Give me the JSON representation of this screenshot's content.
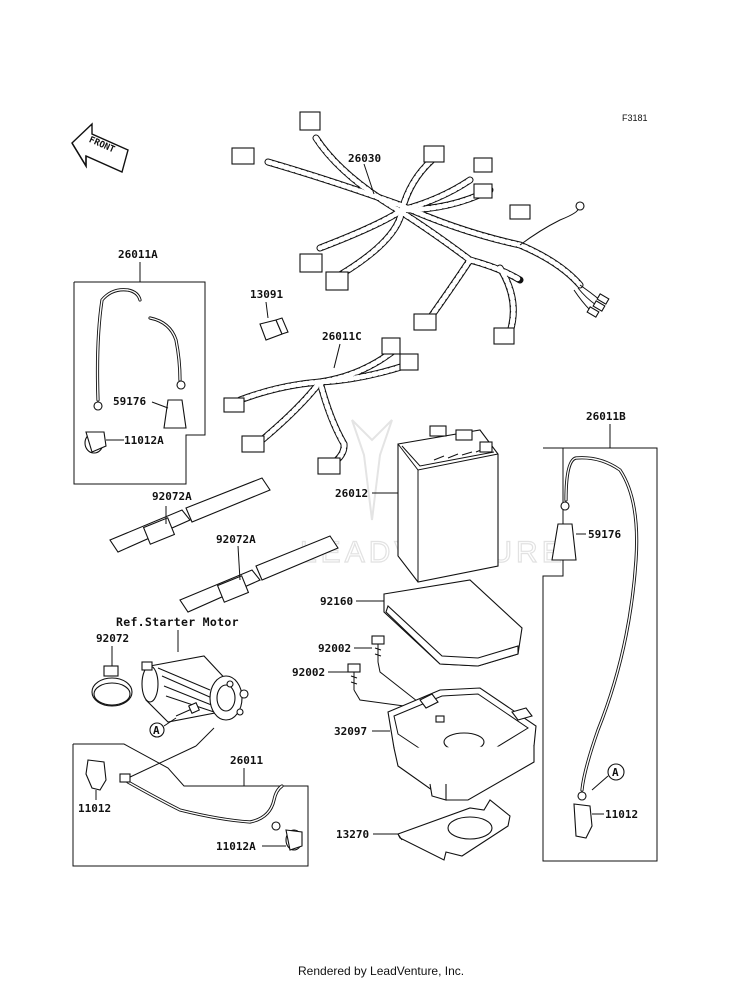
{
  "figure_code": "F3181",
  "front_label": "FRONT",
  "ref_label": "Ref.Starter Motor",
  "callout_a": "A",
  "watermark": "LEADVENTURE",
  "footer": "Rendered by LeadVenture, Inc.",
  "parts": {
    "main_harness": "26030",
    "lead_26011A": "26011A",
    "cap_13091": "13091",
    "harness_26011C": "26011C",
    "boot_59176_left": "59176",
    "terminal_11012A_left": "11012A",
    "band_92072A_1": "92072A",
    "band_92072A_2": "92072A",
    "battery_26012": "26012",
    "lead_26011B": "26011B",
    "boot_59176_right": "59176",
    "pad_92160": "92160",
    "bolt_92002_1": "92002",
    "bolt_92002_2": "92002",
    "band_92072": "92072",
    "case_32097": "32097",
    "lead_26011": "26011",
    "terminal_11012_left": "11012",
    "terminal_11012A_bottom": "11012A",
    "bracket_13270": "13270",
    "terminal_11012_right": "11012"
  },
  "colors": {
    "line": "#111111",
    "watermark": "#e2e2e2"
  }
}
